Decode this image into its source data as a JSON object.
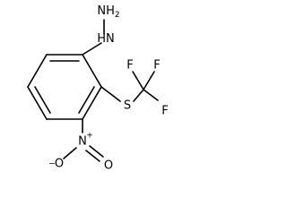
{
  "molecule": {
    "atoms": {
      "hydrazine_nh2": {
        "label": "NH",
        "subscript": "2"
      },
      "hydrazine_nh": {
        "label": "HN"
      },
      "sulfur": {
        "label": "S"
      },
      "fluorine_top_left": {
        "label": "F"
      },
      "fluorine_top_right": {
        "label": "F"
      },
      "fluorine_right": {
        "label": "F"
      },
      "nitro_n": {
        "label": "N",
        "charge": "+"
      },
      "nitro_o_minus": {
        "label": "O",
        "charge": "−"
      },
      "nitro_o_double": {
        "label": "O"
      }
    }
  }
}
